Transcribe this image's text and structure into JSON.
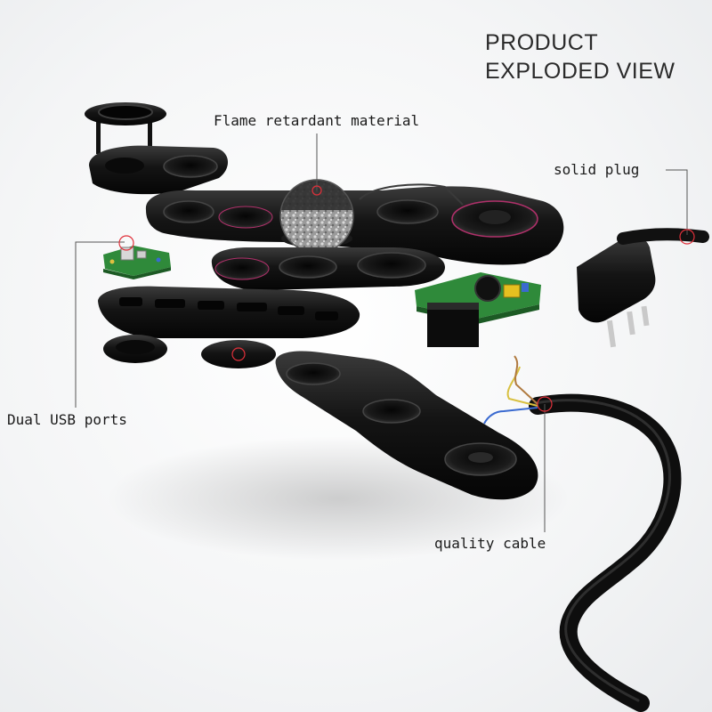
{
  "heading": {
    "line1": "PRODUCT",
    "line2": "EXPLODED VIEW"
  },
  "callouts": {
    "flame": "Flame retardant material",
    "plug": "solid plug",
    "usb": "Dual USB ports",
    "cable": "quality cable"
  },
  "icons": {
    "plug": "three-pin-plug-icon",
    "usb_board": "usb-circuit-board-icon",
    "switch_board": "switch-circuit-board-icon"
  },
  "colors": {
    "part": "#141414",
    "part_highlight": "#3a3a3a",
    "pcb": "#2f8a3a",
    "callout_line": "#555555",
    "marker": "#e0303a",
    "text": "#1a1a1a"
  }
}
